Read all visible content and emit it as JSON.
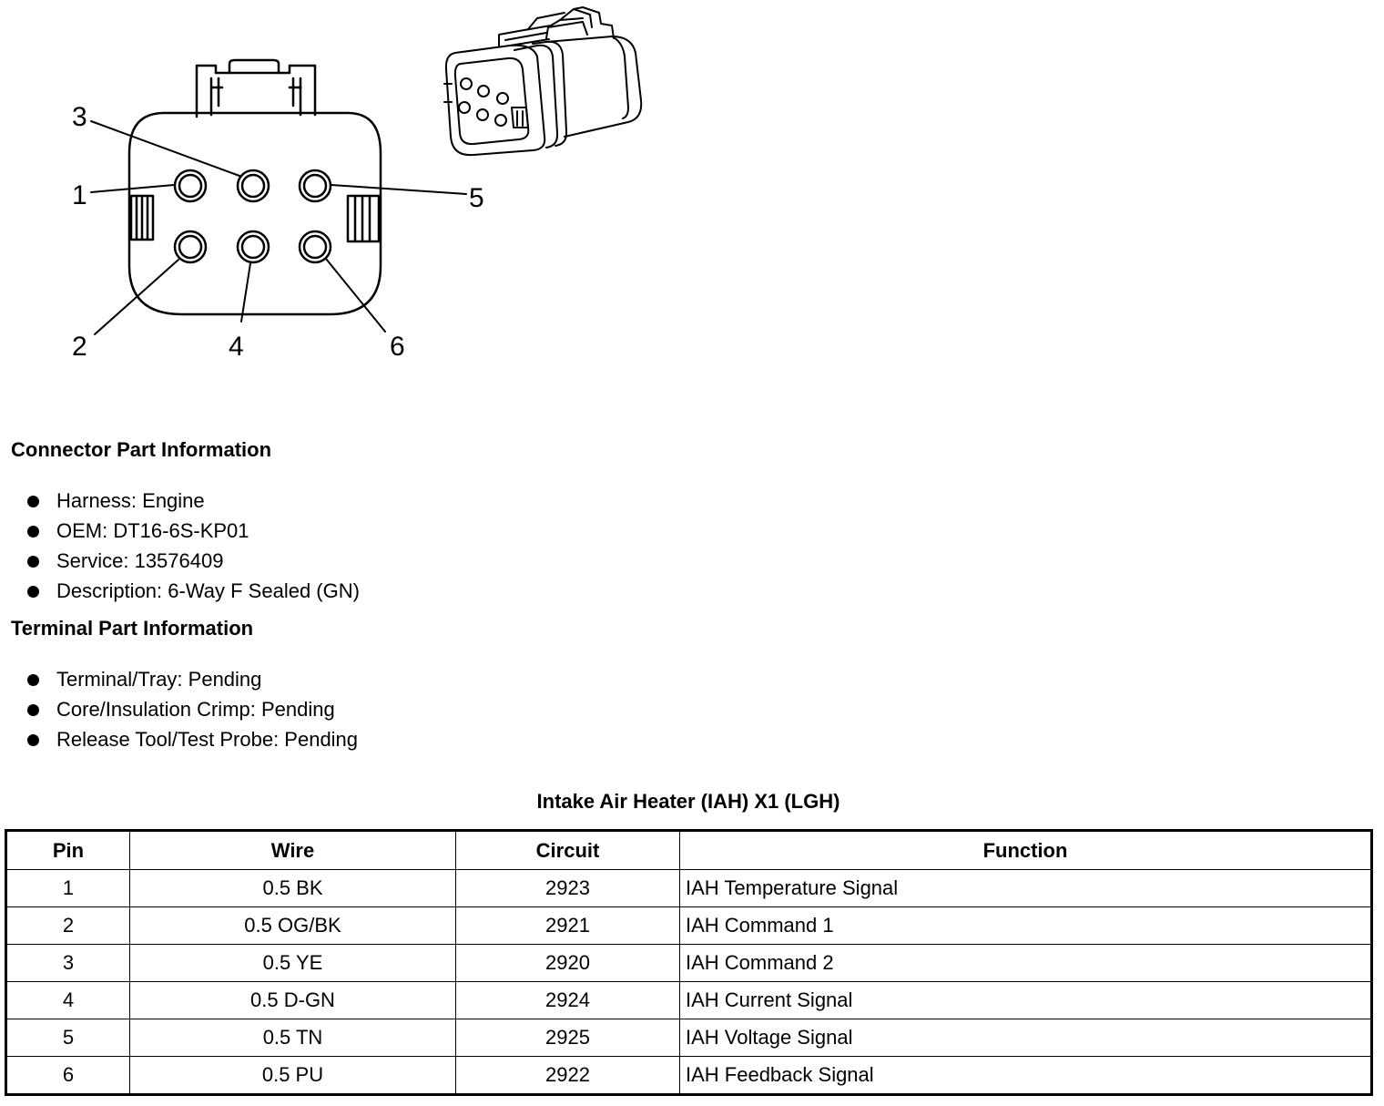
{
  "diagram": {
    "pin_labels": [
      "1",
      "2",
      "3",
      "4",
      "5",
      "6"
    ]
  },
  "connector_info": {
    "heading": "Connector Part Information",
    "items": [
      "Harness: Engine",
      "OEM: DT16-6S-KP01",
      "Service: 13576409",
      "Description: 6-Way F Sealed (GN)"
    ]
  },
  "terminal_info": {
    "heading": "Terminal Part Information",
    "items": [
      "Terminal/Tray: Pending",
      "Core/Insulation Crimp: Pending",
      "Release Tool/Test Probe: Pending"
    ]
  },
  "table": {
    "title": "Intake Air Heater (IAH) X1 (LGH)",
    "headers": [
      "Pin",
      "Wire",
      "Circuit",
      "Function"
    ],
    "rows": [
      [
        "1",
        "0.5 BK",
        "2923",
        "IAH Temperature Signal"
      ],
      [
        "2",
        "0.5 OG/BK",
        "2921",
        "IAH Command 1"
      ],
      [
        "3",
        "0.5 YE",
        "2920",
        "IAH Command 2"
      ],
      [
        "4",
        "0.5 D-GN",
        "2924",
        "IAH Current Signal"
      ],
      [
        "5",
        "0.5 TN",
        "2925",
        "IAH Voltage Signal"
      ],
      [
        "6",
        "0.5 PU",
        "2922",
        "IAH Feedback Signal"
      ]
    ]
  }
}
